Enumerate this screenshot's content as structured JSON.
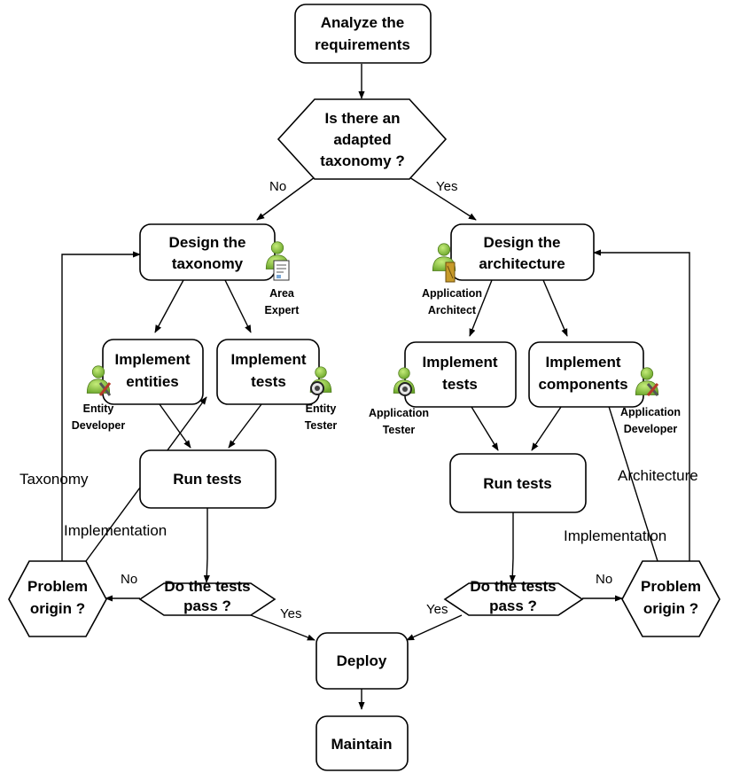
{
  "nodes": {
    "analyze": [
      "Analyze the",
      "requirements"
    ],
    "taxonomy_q": [
      "Is there an",
      "adapted",
      "taxonomy ?"
    ],
    "design_tax": [
      "Design the",
      "taxonomy"
    ],
    "design_arch": [
      "Design the",
      "architecture"
    ],
    "impl_entities": [
      "Implement",
      "entities"
    ],
    "impl_tests_l": [
      "Implement",
      "tests"
    ],
    "impl_tests_r": [
      "Implement",
      "tests"
    ],
    "impl_components": [
      "Implement",
      "components"
    ],
    "run_tests_l": [
      "Run tests"
    ],
    "run_tests_r": [
      "Run tests"
    ],
    "pass_l": [
      "Do the tests",
      "pass ?"
    ],
    "pass_r": [
      "Do the tests",
      "pass ?"
    ],
    "problem_l": [
      "Problem",
      "origin ?"
    ],
    "problem_r": [
      "Problem",
      "origin ?"
    ],
    "deploy": [
      "Deploy"
    ],
    "maintain": [
      "Maintain"
    ]
  },
  "roles": {
    "area_expert": [
      "Area",
      "Expert"
    ],
    "app_architect": [
      "Application",
      "Architect"
    ],
    "entity_dev": [
      "Entity",
      "Developer"
    ],
    "entity_tester": [
      "Entity",
      "Tester"
    ],
    "app_tester": [
      "Application",
      "Tester"
    ],
    "app_developer": [
      "Application",
      "Developer"
    ]
  },
  "edge_labels": {
    "no_top": "No",
    "yes_top": "Yes",
    "no_left": "No",
    "yes_left": "Yes",
    "yes_right": "Yes",
    "no_right": "No",
    "taxonomy": "Taxonomy",
    "implementation_left": "Implementation",
    "implementation_right": "Implementation",
    "architecture": "Architecture"
  },
  "colors": {
    "person_green": "#8cc63e",
    "person_dark": "#5a8a1e",
    "stroke": "#000000"
  }
}
